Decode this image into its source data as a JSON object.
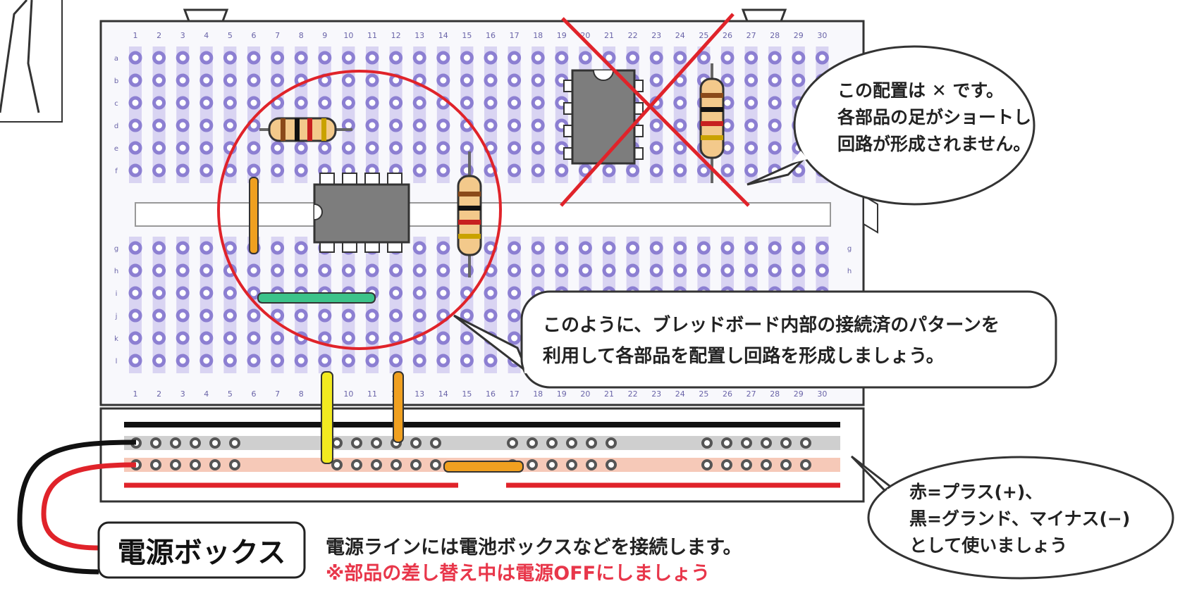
{
  "breadboard": {
    "columns": [
      "1",
      "2",
      "3",
      "4",
      "5",
      "6",
      "7",
      "8",
      "9",
      "10",
      "11",
      "12",
      "13",
      "14",
      "15",
      "16",
      "17",
      "18",
      "19",
      "20",
      "21",
      "22",
      "23",
      "24",
      "25",
      "26",
      "27",
      "28",
      "29",
      "30"
    ],
    "top_rows": [
      "a",
      "b",
      "c",
      "d",
      "e",
      "f"
    ],
    "bottom_rows": [
      "g",
      "h",
      "i",
      "j",
      "k",
      "l"
    ]
  },
  "callouts": {
    "wrong_placement": {
      "lines": [
        "この配置は ✕ です。",
        "各部品の足がショートし",
        "回路が形成されません。"
      ]
    },
    "correct_usage": {
      "lines": [
        "このように、ブレッドボード内部の接続済のパターンを",
        "利用して各部品を配置し回路を形成しましょう。"
      ]
    },
    "power_rails": {
      "lines": [
        "赤=プラス(+)、",
        "黒=グランド、マイナス(−)",
        "として使いましょう"
      ]
    }
  },
  "power_box": {
    "label": "電源ボックス",
    "note": "電源ラインには電池ボックスなどを接続します。",
    "warning": "※部品の差し替え中は電源OFFにしましょう"
  },
  "colors": {
    "hole": "#8c7fd2",
    "rail_red": "#e0232a",
    "rail_black": "#111111",
    "wire_orange": "#f0a020",
    "wire_yellow": "#f2ea20",
    "wire_green": "#3cc38a",
    "ic_body": "#7d7d7d",
    "warning_text": "#e8364a"
  }
}
